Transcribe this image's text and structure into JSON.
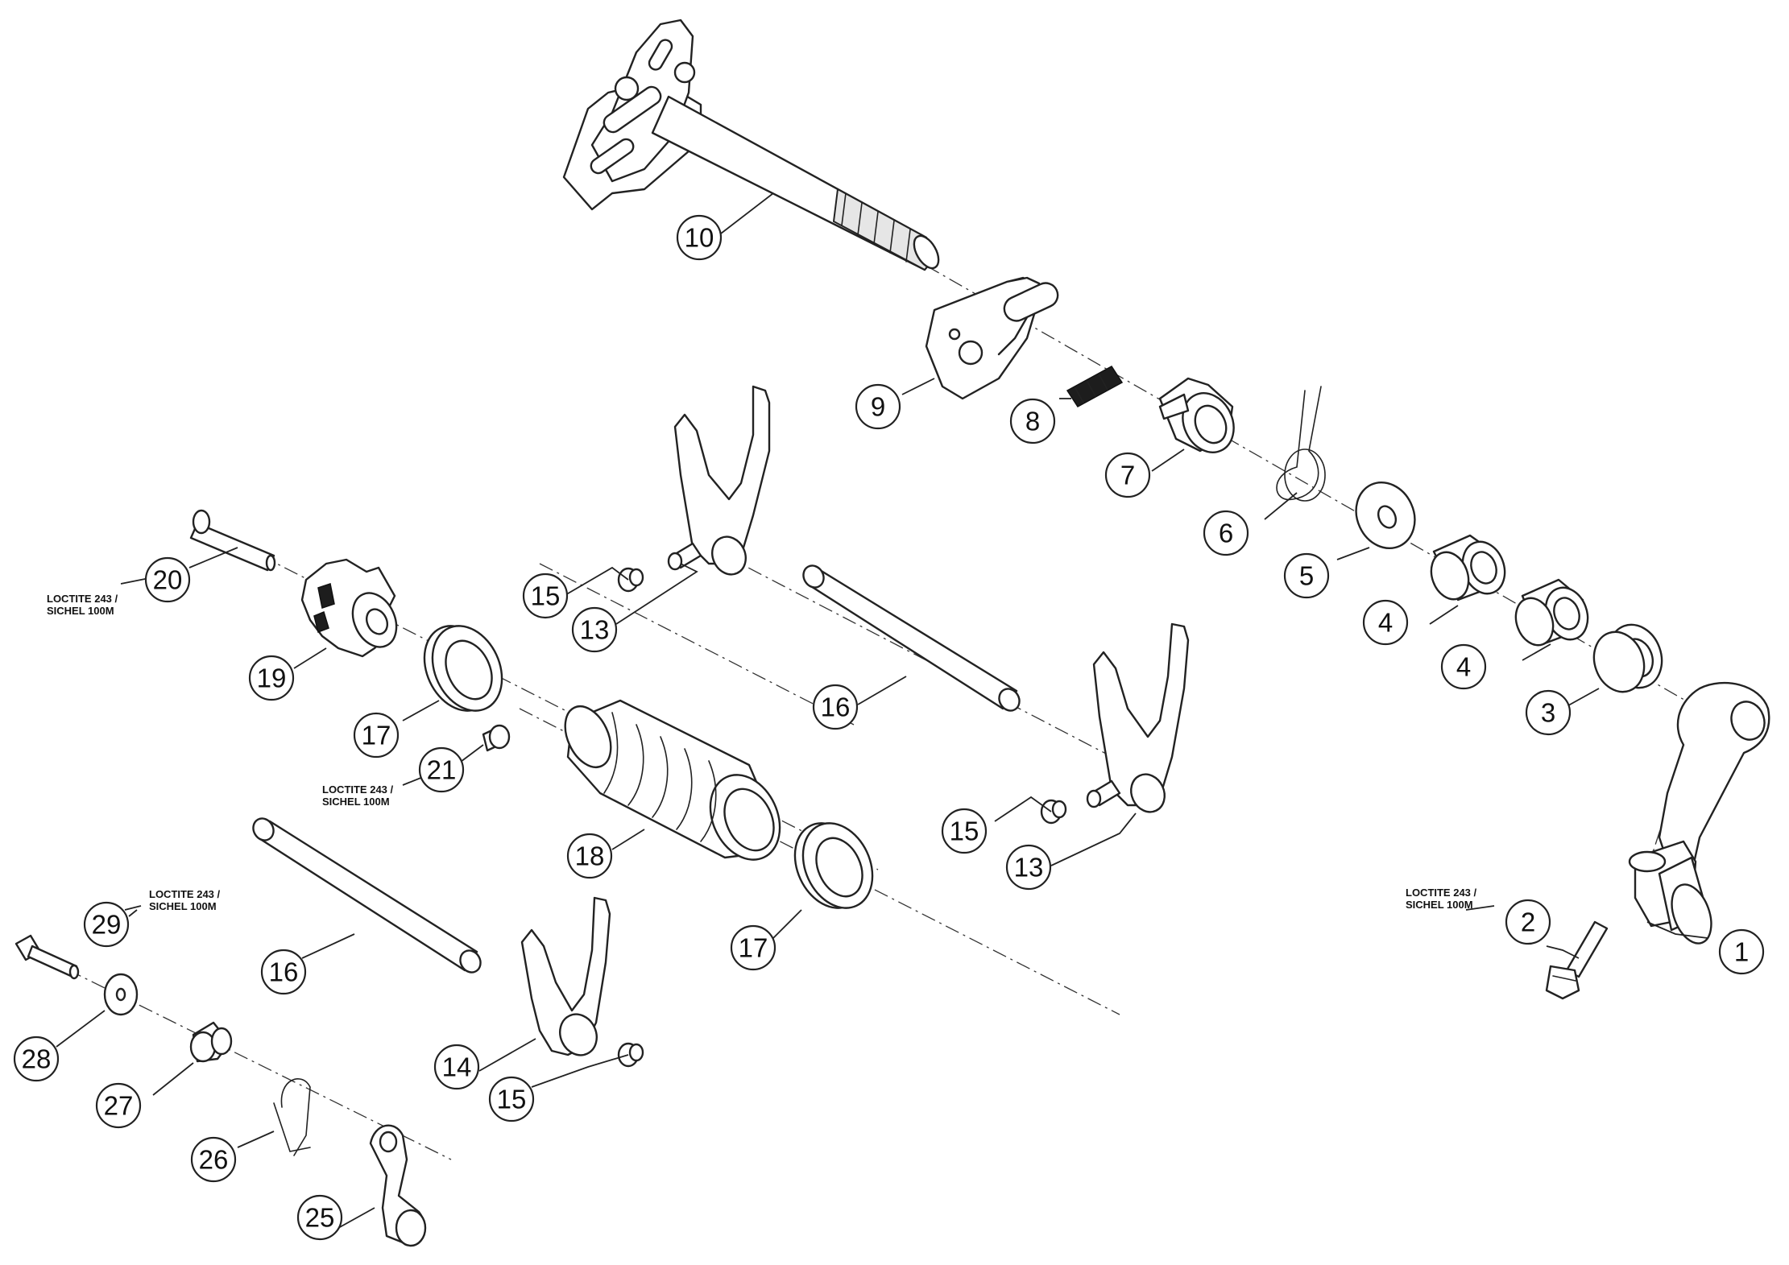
{
  "callouts": [
    {
      "id": "1",
      "label": "1"
    },
    {
      "id": "2",
      "label": "2"
    },
    {
      "id": "3",
      "label": "3"
    },
    {
      "id": "4a",
      "label": "4"
    },
    {
      "id": "4b",
      "label": "4"
    },
    {
      "id": "5",
      "label": "5"
    },
    {
      "id": "6",
      "label": "6"
    },
    {
      "id": "7",
      "label": "7"
    },
    {
      "id": "8",
      "label": "8"
    },
    {
      "id": "9",
      "label": "9"
    },
    {
      "id": "10",
      "label": "10"
    },
    {
      "id": "13a",
      "label": "13"
    },
    {
      "id": "13b",
      "label": "13"
    },
    {
      "id": "14",
      "label": "14"
    },
    {
      "id": "15a",
      "label": "15"
    },
    {
      "id": "15b",
      "label": "15"
    },
    {
      "id": "15c",
      "label": "15"
    },
    {
      "id": "16a",
      "label": "16"
    },
    {
      "id": "16b",
      "label": "16"
    },
    {
      "id": "17a",
      "label": "17"
    },
    {
      "id": "17b",
      "label": "17"
    },
    {
      "id": "18",
      "label": "18"
    },
    {
      "id": "19",
      "label": "19"
    },
    {
      "id": "20",
      "label": "20"
    },
    {
      "id": "21",
      "label": "21"
    },
    {
      "id": "25",
      "label": "25"
    },
    {
      "id": "26",
      "label": "26"
    },
    {
      "id": "27",
      "label": "27"
    },
    {
      "id": "28",
      "label": "28"
    },
    {
      "id": "29",
      "label": "29"
    }
  ],
  "notes": {
    "note_20": {
      "line1": "LOCTITE 243 /",
      "line2": "SICHEL 100M"
    },
    "note_21": {
      "line1": "LOCTITE 243 /",
      "line2": "SICHEL 100M"
    },
    "note_29": {
      "line1": "LOCTITE 243 /",
      "line2": "SICHEL 100M"
    },
    "note_2": {
      "line1": "LOCTITE 243 /",
      "line2": "SICHEL 100M"
    }
  }
}
